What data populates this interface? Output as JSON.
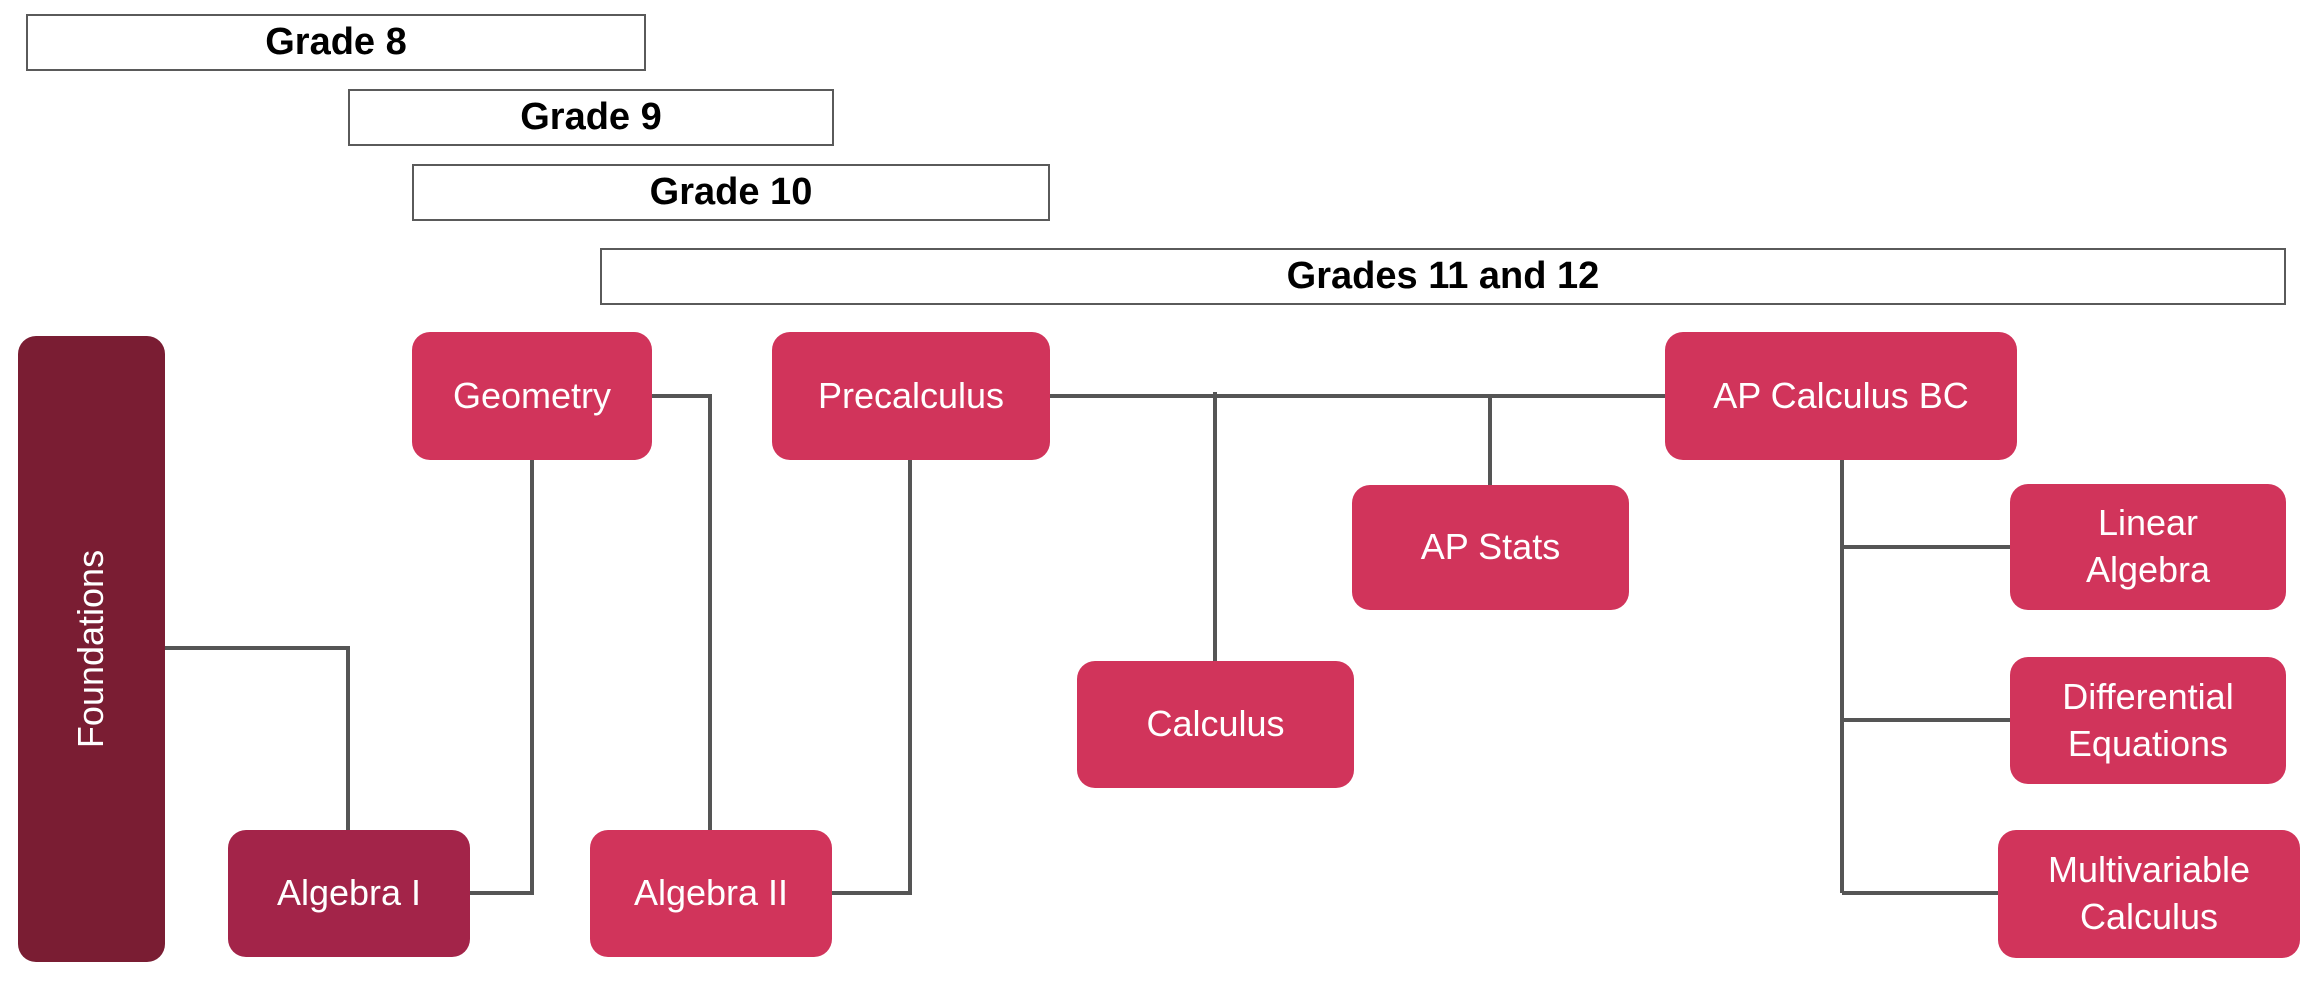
{
  "colors": {
    "node": "#d1345b",
    "node_dark": "#a32449",
    "foundations": "#7a1d33",
    "line": "#555555"
  },
  "grades": {
    "grade8": "Grade 8",
    "grade9": "Grade 9",
    "grade10": "Grade 10",
    "grades11_12": "Grades 11 and 12"
  },
  "courses": {
    "foundations": "Foundations",
    "geometry": "Geometry",
    "precalculus": "Precalculus",
    "ap_calculus_bc": "AP Calculus BC",
    "ap_stats": "AP Stats",
    "calculus": "Calculus",
    "linear_algebra": "Linear\nAlgebra",
    "differential_equations": "Differential\nEquations",
    "multivariable_calculus": "Multivariable\nCalculus",
    "algebra_1": "Algebra I",
    "algebra_2": "Algebra II"
  }
}
